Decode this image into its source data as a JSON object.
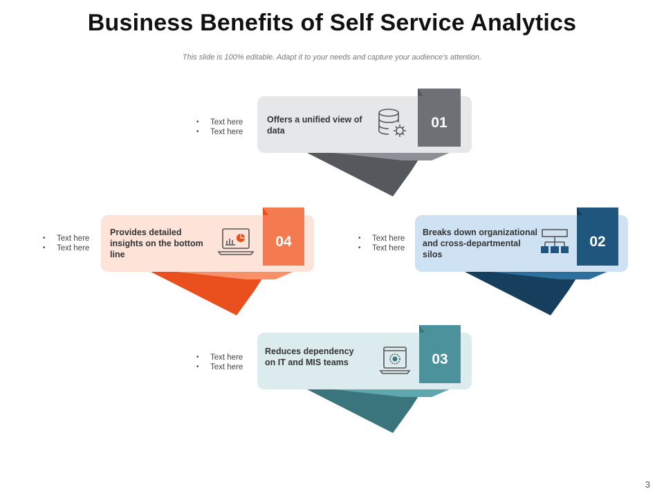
{
  "slide": {
    "title": "Business Benefits of Self Service Analytics",
    "subtitle": "This slide is 100% editable. Adapt it to your needs and capture your audience's attention.",
    "page_number": "3"
  },
  "items": [
    {
      "number": "01",
      "text": "Offers  a unified view of data",
      "icon": "database-gear-icon",
      "bullets": [
        "Text here",
        "Text here"
      ],
      "colors": {
        "box": "#e6e7e9",
        "tab": "#6d7176",
        "fold_dark": "#55595e",
        "fold_light": "#8c9096"
      }
    },
    {
      "number": "02",
      "text": "Breaks down organizational and cross-departmental  silos",
      "icon": "org-chart-icon",
      "bullets": [
        "Text here",
        "Text here"
      ],
      "colors": {
        "box": "#cfe2f3",
        "tab": "#1f567d",
        "fold_dark": "#163f5d",
        "fold_light": "#2f6f9c"
      }
    },
    {
      "number": "03",
      "text": "Reduces dependency  on IT and MIS teams",
      "icon": "laptop-settings-icon",
      "bullets": [
        "Text here",
        "Text here"
      ],
      "colors": {
        "box": "#dcebee",
        "tab": "#4b929d",
        "fold_dark": "#3a747d",
        "fold_light": "#5ea6b0"
      }
    },
    {
      "number": "04",
      "text": "Provides detailed insights on the bottom line",
      "icon": "laptop-chart-icon",
      "bullets": [
        "Text here",
        "Text here"
      ],
      "colors": {
        "box": "#fde3d8",
        "tab": "#f47a4f",
        "fold_dark": "#e9501d",
        "fold_light": "#f8916a"
      }
    }
  ]
}
